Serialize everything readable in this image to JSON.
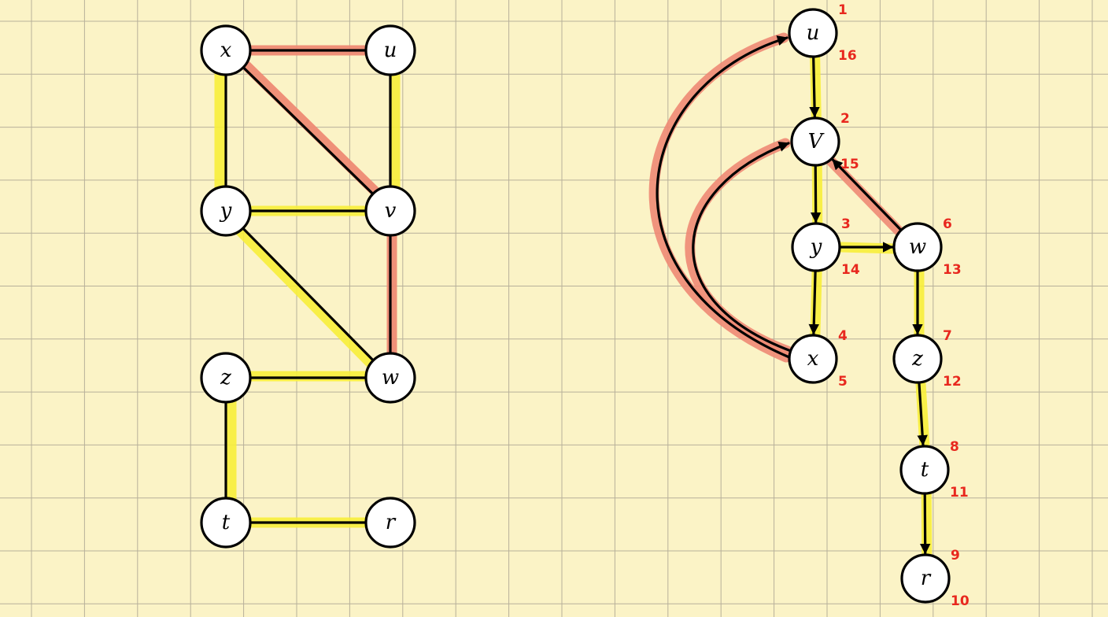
{
  "colors": {
    "background": "#fbf3c6",
    "grid": "#b7b09a",
    "highlight_yellow": "#f7ee3a",
    "highlight_red": "#ee8a74",
    "timestamp_red": "#e8281e"
  },
  "undirected_graph": {
    "nodes": [
      {
        "id": "x",
        "label": "x"
      },
      {
        "id": "u",
        "label": "u"
      },
      {
        "id": "y",
        "label": "y"
      },
      {
        "id": "v",
        "label": "v"
      },
      {
        "id": "z",
        "label": "z"
      },
      {
        "id": "w",
        "label": "w"
      },
      {
        "id": "t",
        "label": "t"
      },
      {
        "id": "r",
        "label": "r"
      }
    ],
    "edges": [
      {
        "from": "x",
        "to": "u",
        "highlight": "red"
      },
      {
        "from": "x",
        "to": "y",
        "highlight": "yellow"
      },
      {
        "from": "x",
        "to": "v",
        "highlight": "red"
      },
      {
        "from": "u",
        "to": "v",
        "highlight": "yellow"
      },
      {
        "from": "y",
        "to": "v",
        "highlight": "yellow"
      },
      {
        "from": "y",
        "to": "w",
        "highlight": "yellow"
      },
      {
        "from": "v",
        "to": "w",
        "highlight": "red"
      },
      {
        "from": "z",
        "to": "w",
        "highlight": "yellow"
      },
      {
        "from": "z",
        "to": "t",
        "highlight": "yellow"
      },
      {
        "from": "t",
        "to": "r",
        "highlight": "yellow"
      }
    ]
  },
  "dfs_tree": {
    "nodes": [
      {
        "id": "u",
        "label": "u",
        "discovery": "1",
        "finish": "16"
      },
      {
        "id": "v",
        "label": "V",
        "discovery": "2",
        "finish": "15"
      },
      {
        "id": "y",
        "label": "y",
        "discovery": "3",
        "finish": "14"
      },
      {
        "id": "x",
        "label": "x",
        "discovery": "4",
        "finish": "5"
      },
      {
        "id": "w",
        "label": "w",
        "discovery": "6",
        "finish": "13"
      },
      {
        "id": "z",
        "label": "z",
        "discovery": "7",
        "finish": "12"
      },
      {
        "id": "t",
        "label": "t",
        "discovery": "8",
        "finish": "11"
      },
      {
        "id": "r",
        "label": "r",
        "discovery": "9",
        "finish": "10"
      }
    ],
    "tree_edges": [
      {
        "from": "u",
        "to": "v"
      },
      {
        "from": "v",
        "to": "y"
      },
      {
        "from": "y",
        "to": "x"
      },
      {
        "from": "y",
        "to": "w"
      },
      {
        "from": "w",
        "to": "z"
      },
      {
        "from": "z",
        "to": "t"
      },
      {
        "from": "t",
        "to": "r"
      }
    ],
    "back_edges": [
      {
        "from": "x",
        "to": "u"
      },
      {
        "from": "x",
        "to": "v"
      },
      {
        "from": "w",
        "to": "v"
      }
    ]
  }
}
